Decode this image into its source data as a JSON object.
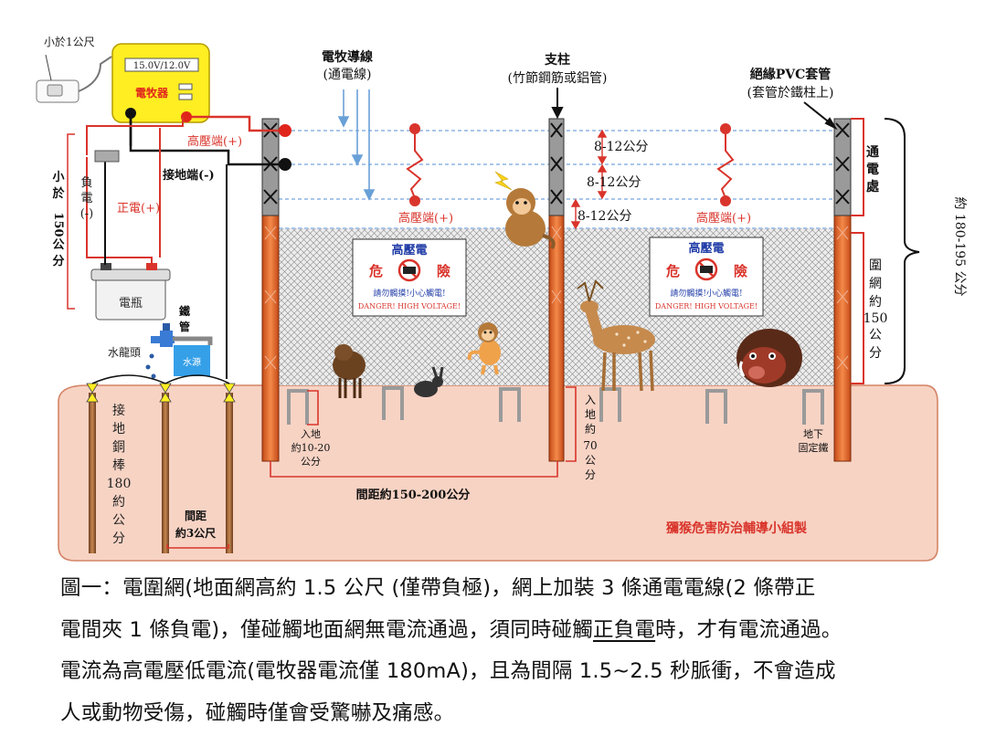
{
  "diagram": {
    "device_display": "15.0V/12.0V",
    "device_name": "電牧器",
    "distance_top": "小於1公尺",
    "hv_terminal_1": "高壓端(+)",
    "hv_terminal_2": "高壓端(+)",
    "hv_terminal_3": "高壓端(+)",
    "ground_terminal": "接地端(-)",
    "negative_label": [
      "負",
      "電",
      "(-)"
    ],
    "positive_label": "正電(+)",
    "distance_left": [
      "小",
      "於",
      "150",
      "公",
      "分"
    ],
    "battery": "電瓶",
    "tap_label": "鐵管",
    "faucet_label": "水龍頭",
    "water_label": "水源",
    "fence_wire_title": "電牧導線",
    "fence_wire_subtitle": "(通電線)",
    "post_title": "支柱",
    "post_subtitle": "(竹節鋼筋或鋁管)",
    "pvc_title": "絕緣PVC套管",
    "pvc_subtitle": "(套管於鐵柱上)",
    "spacing_1": "8-12公分",
    "spacing_2": "8-12公分",
    "spacing_3": "8-12公分",
    "energized_zone": [
      "通",
      "電",
      "處"
    ],
    "net_zone": [
      "圍",
      "網",
      "約",
      "150",
      "公",
      "分"
    ],
    "total_height": "約 180-195 公分",
    "rod_label": [
      "接",
      "地",
      "銅",
      "棒",
      "180",
      "約",
      "公",
      "分"
    ],
    "rod_spacing": [
      "間距",
      "約3公尺"
    ],
    "bury_shallow": [
      "入地",
      "約10-20",
      "公分"
    ],
    "bury_deep": [
      "入",
      "地",
      "約",
      "70",
      "公",
      "分"
    ],
    "post_spacing": "間距約150-200公分",
    "anchor": [
      "地下",
      "固定鐵"
    ],
    "credit": "獼猴危害防治輔導小組製",
    "sign_top": "高壓電",
    "sign_left": "危",
    "sign_right": "險",
    "sign_warn": "請勿觸摸!小心觸電!",
    "sign_english": "DANGER! HIGH VOLTAGE!"
  },
  "caption": {
    "l1": "圖一：電圍網(地面網高約 1.5 公尺 (僅帶負極)，網上加裝 3 條通電電線(2 條帶正",
    "l2a": "電間夾 1 條負電)，僅碰觸地面網無電流通過，須同時碰觸",
    "l2b": "正負電",
    "l2c": "時，才有電流通過。",
    "l3": "電流為高電壓低電流(電牧器電流僅 180mA)，且為間隔 1.5~2.5 秒脈衝，不會造成",
    "l4": "人或動物受傷，碰觸時僅會受驚嚇及痛感。"
  },
  "colors": {
    "ground": "#f7d3c4",
    "device": "#ffee22",
    "wire_red": "#d9342b",
    "post_orange": "#e0622a",
    "insulator": "#8c8c8c"
  }
}
